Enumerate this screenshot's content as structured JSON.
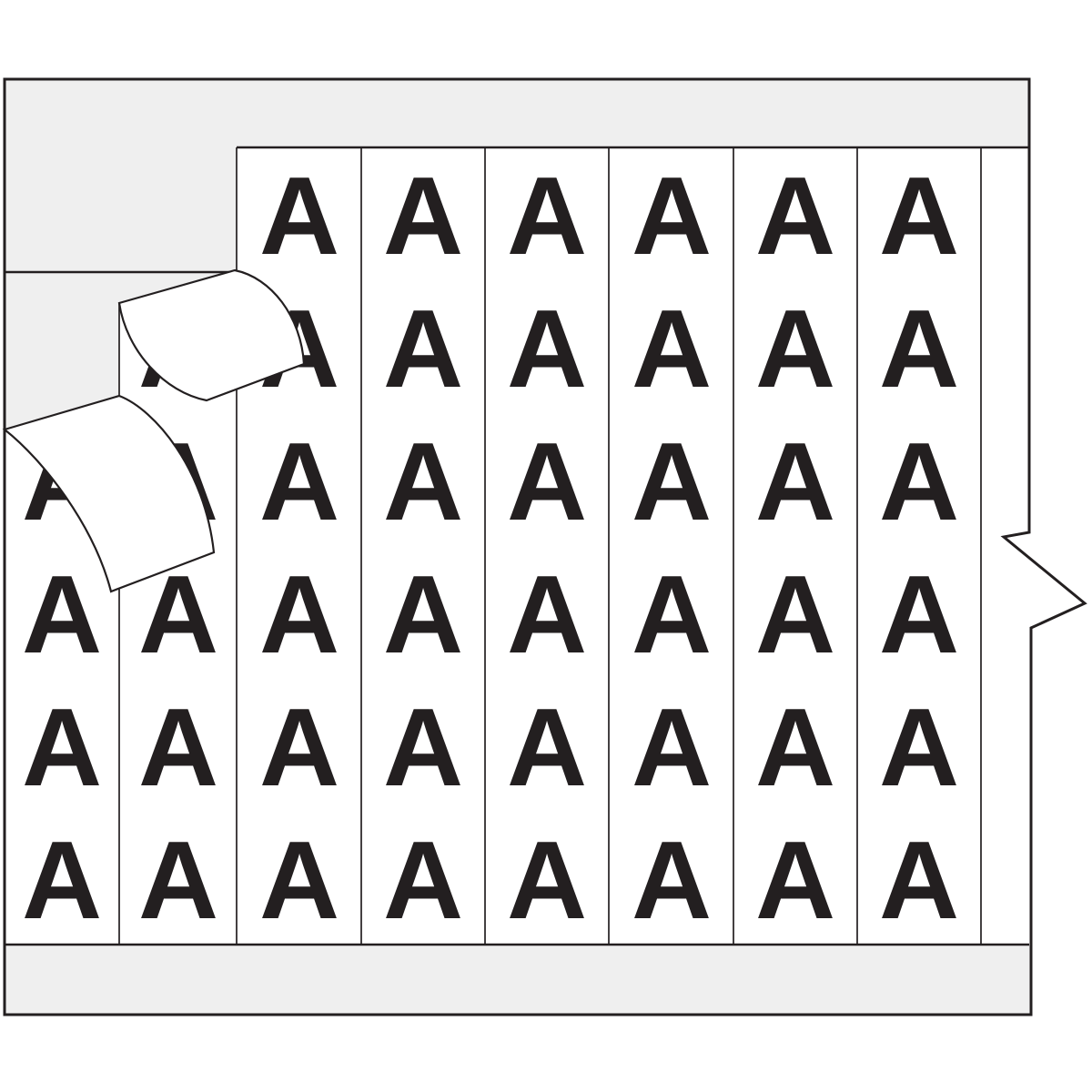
{
  "illustration": {
    "title": "Wire marker label card illustration",
    "letter": "A",
    "grid": {
      "rows": 6,
      "columns": 8,
      "cell_letter": "A",
      "total_visible_letters": 45,
      "missing_cells": [
        {
          "column": 1,
          "rows": [
            1,
            2
          ]
        },
        {
          "column": 2,
          "rows": [
            1
          ]
        }
      ],
      "blank_right_strip": true
    },
    "peeled_labels": {
      "count": 2,
      "appearance": "blank white underside, curled over adjacent printed labels"
    },
    "notch": {
      "position": "right-edge",
      "shape": "pointed pull-tab"
    },
    "colors": {
      "card_gray": "#efefef",
      "label_white": "#ffffff",
      "ink": "#231f20",
      "page": "#ffffff"
    }
  }
}
